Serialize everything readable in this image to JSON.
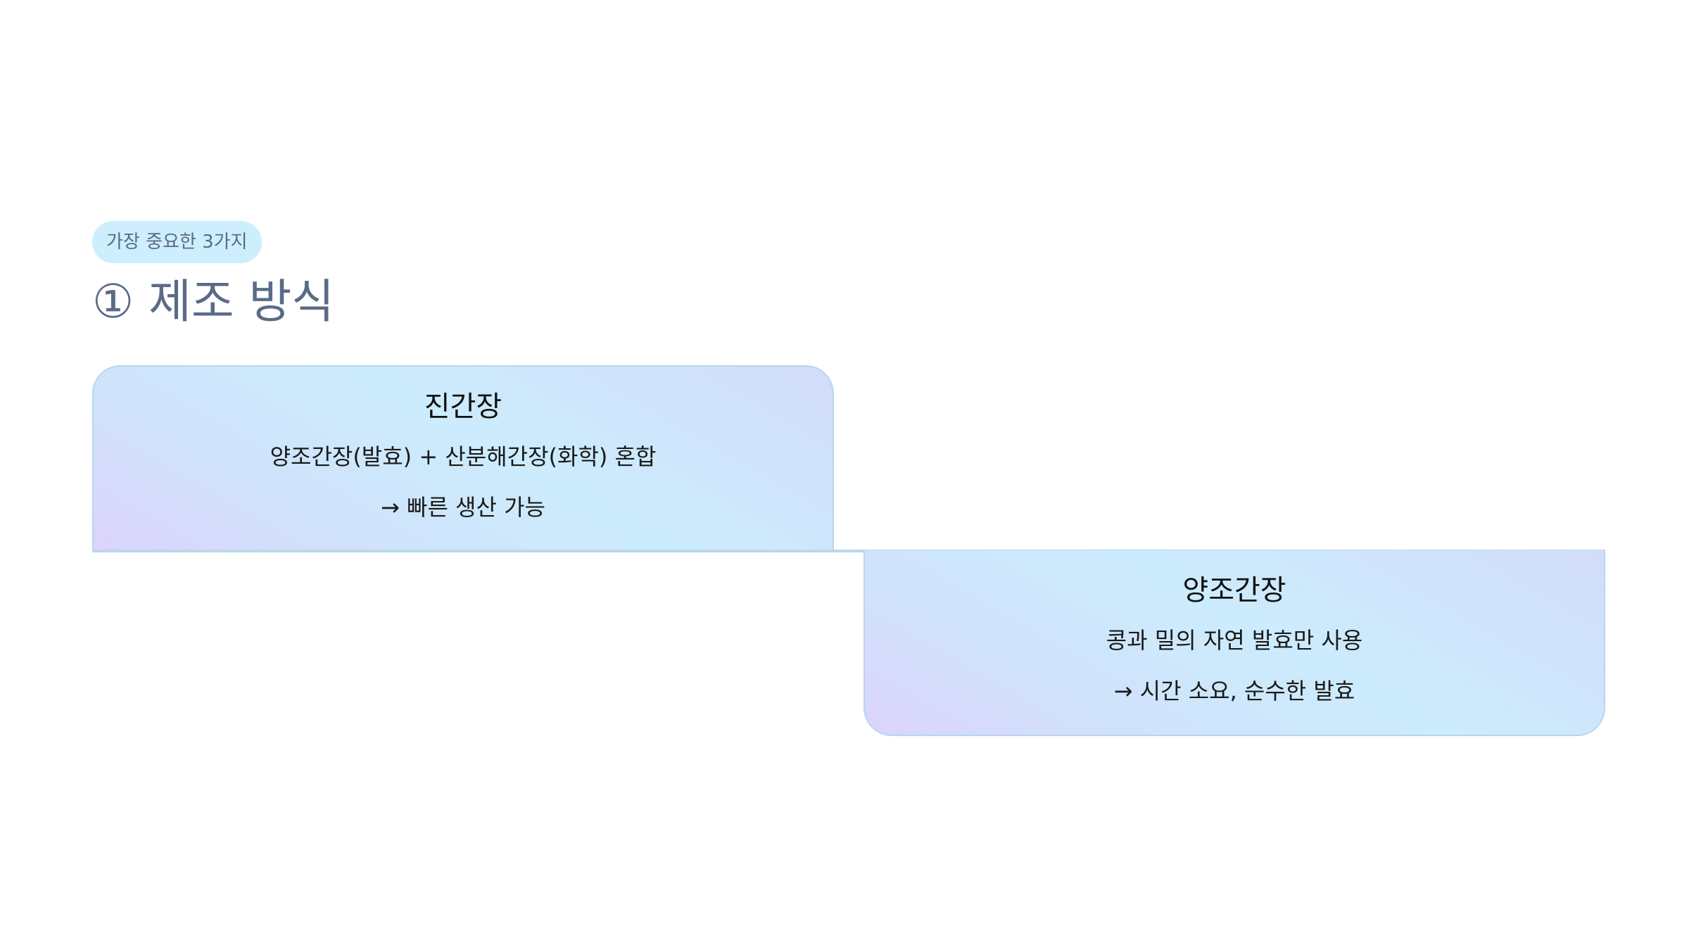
{
  "tag": "가장 중요한 3가지",
  "title": "① 제조 방식",
  "cards": [
    {
      "heading": "진간장",
      "line1": "양조간장(발효) + 산분해간장(화학) 혼합",
      "line2": "→ 빠른 생산 가능"
    },
    {
      "heading": "양조간장",
      "line1": "콩과 밀의 자연 발효만 사용",
      "line2": "→ 시간 소요, 순수한 발효"
    }
  ],
  "colors": {
    "tag_background": "#cdeefc",
    "title_text": "#5a6b86",
    "card_border": "#b7d6ee",
    "card_gradient_start": "#dcd3fb",
    "card_gradient_mid": "#ccecfd",
    "card_gradient_end": "#d2dcf9"
  }
}
